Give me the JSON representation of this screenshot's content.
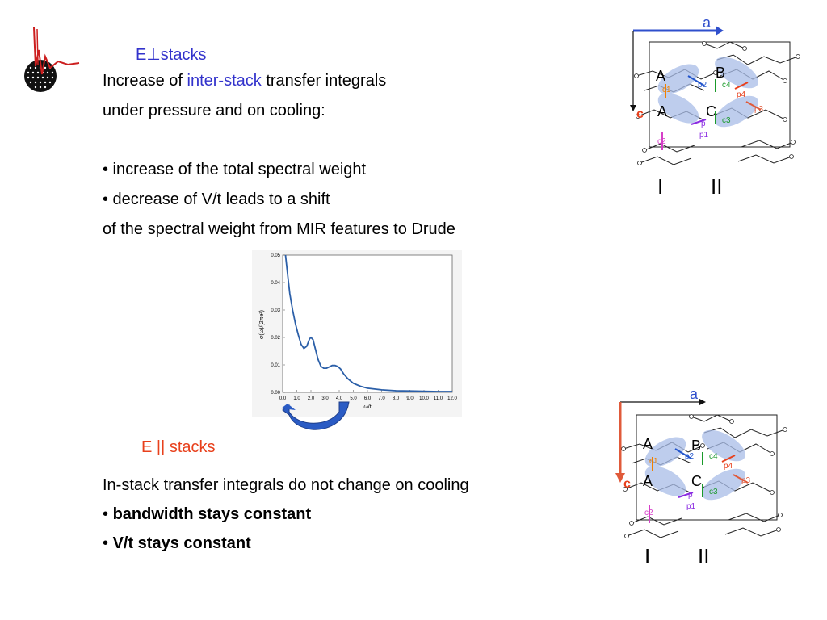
{
  "colors": {
    "heading_blue": "#3333cc",
    "heading_red": "#e8401c",
    "accent_blue": "#2f62c8",
    "accent_red": "#e05a3a"
  },
  "logo": {
    "icon": "wave-sphere-logo"
  },
  "section1": {
    "heading": "E⊥stacks",
    "line1_pre": "Increase of ",
    "line1_highlight": "inter-stack",
    "line1_post": " transfer integrals",
    "line2": "under pressure and on cooling:",
    "bullet1": "• increase of the total spectral weight",
    "bullet2": "• decrease of V/t  leads to a shift",
    "line3": "of the spectral weight from MIR features to Drude"
  },
  "section2": {
    "heading": "E || stacks",
    "line1": "In-stack transfer integrals do not change on cooling",
    "bullet1_mark": "• ",
    "bullet1_text": "bandwidth stays constant",
    "bullet2_mark": "• ",
    "bullet2_text": "V/t stays constant"
  },
  "chart_data": {
    "type": "line",
    "xlabel": "ω/t",
    "ylabel": "σ(ω)/(2πe²)",
    "xlim": [
      0,
      12
    ],
    "ylim": [
      0,
      0.05
    ],
    "x_ticks": [
      "0.0",
      "1.0",
      "2.0",
      "3.0",
      "4.0",
      "5.0",
      "6.0",
      "7.0",
      "8.0",
      "9.0",
      "10.0",
      "11.0",
      "12.0"
    ],
    "y_ticks": [
      "0.00",
      "0.01",
      "0.02",
      "0.03",
      "0.04",
      "0.05"
    ],
    "series": [
      {
        "x": [
          0.2,
          0.35,
          0.5,
          0.7,
          0.9,
          1.1,
          1.3,
          1.5,
          1.7,
          1.9,
          2.0,
          2.15,
          2.3,
          2.5,
          2.7,
          2.9,
          3.1,
          3.3,
          3.5,
          3.7,
          3.9,
          4.1,
          4.3,
          4.6,
          5.0,
          5.5,
          6.0,
          7.0,
          8.0,
          9.0,
          10.0,
          11.0,
          12.0
        ],
        "y": [
          0.05,
          0.043,
          0.036,
          0.03,
          0.025,
          0.021,
          0.0175,
          0.016,
          0.0168,
          0.0195,
          0.02,
          0.0192,
          0.016,
          0.012,
          0.0095,
          0.0088,
          0.0088,
          0.0093,
          0.0098,
          0.0098,
          0.0094,
          0.0085,
          0.0068,
          0.005,
          0.0033,
          0.0022,
          0.0015,
          0.0009,
          0.0006,
          0.0005,
          0.0004,
          0.0003,
          0.0003
        ]
      }
    ]
  },
  "structure_top": {
    "axis_a": "a",
    "axis_c": "c",
    "molecule_labels": [
      "A",
      "B",
      "A",
      "C"
    ],
    "bond_labels": [
      "p2",
      "c4",
      "p4",
      "c1",
      "c3",
      "p",
      "c2",
      "p1",
      "p3"
    ],
    "stack_labels": [
      "I",
      "II"
    ]
  },
  "structure_bottom": {
    "axis_a": "a",
    "axis_c": "c",
    "molecule_labels": [
      "A",
      "B",
      "A",
      "C"
    ],
    "bond_labels": [
      "p2",
      "c4",
      "p4",
      "c1",
      "c3",
      "p",
      "c2",
      "p1",
      "p3"
    ],
    "stack_labels": [
      "I",
      "II"
    ]
  }
}
